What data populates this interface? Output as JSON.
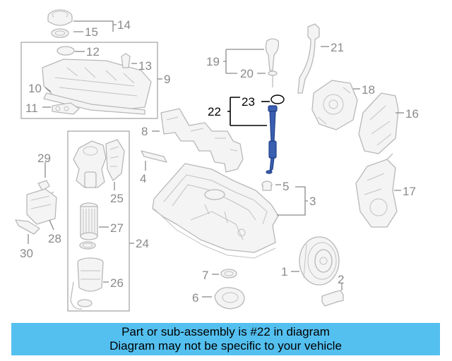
{
  "callouts": {
    "c1": "1",
    "c2": "2",
    "c3": "3",
    "c4": "4",
    "c5": "5",
    "c6": "6",
    "c7": "7",
    "c8": "8",
    "c9": "9",
    "c10": "10",
    "c11": "11",
    "c12": "12",
    "c13": "13",
    "c14": "14",
    "c15": "15",
    "c16": "16",
    "c17": "17",
    "c18": "18",
    "c19": "19",
    "c20": "20",
    "c21": "21",
    "c22": "22",
    "c23": "23",
    "c24": "24",
    "c25": "25",
    "c26": "26",
    "c27": "27",
    "c28": "28",
    "c29": "29",
    "c30": "30"
  },
  "banner": {
    "line1": "Part or sub-assembly is #22 in diagram",
    "line2": "Diagram may not be specific to your vehicle",
    "color": "#54c0f0"
  },
  "highlight": {
    "part_number": "22",
    "color": "#3a5fb0"
  }
}
